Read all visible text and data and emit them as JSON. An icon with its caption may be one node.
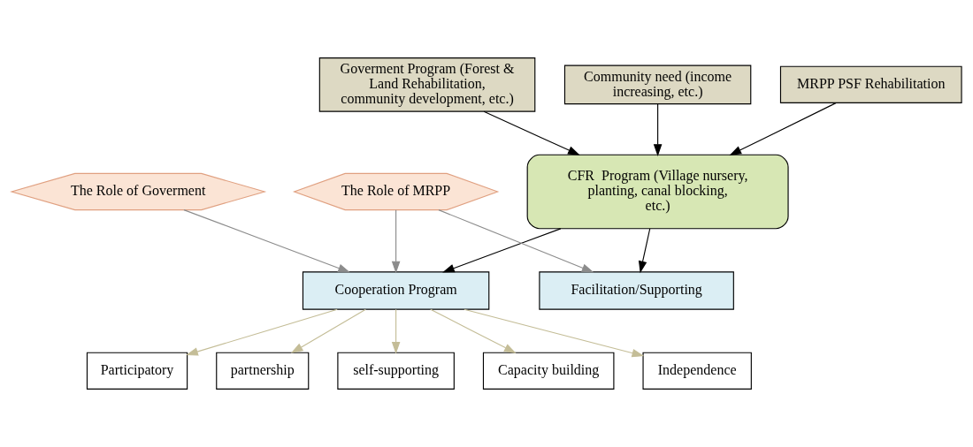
{
  "diagram": {
    "nodes": [
      {
        "text": [
          "Goverment Program (Forest & Land Rehabilitation,  community development, etc.)"
        ]
      },
      {
        "text": [
          "Community need (income increasing, etc.)"
        ]
      },
      {
        "text": [
          "MRPP PSF Rehabilitation"
        ]
      },
      {
        "text": [
          "CFR  Program (Village nursery, planting, canal blocking, etc.)"
        ]
      },
      {
        "text": [
          "Participatory"
        ]
      },
      {
        "text": [
          "partnership"
        ]
      },
      {
        "text": [
          "self-supporting"
        ]
      },
      {
        "text": [
          "Capacity building"
        ]
      },
      {
        "text": [
          "Independence"
        ]
      },
      {
        "text": [
          "Cooperation Program"
        ]
      },
      {
        "text": [
          "Facilitation/Supporting"
        ]
      },
      {
        "text": [
          "The Role of Goverment"
        ]
      },
      {
        "text": [
          "The Role of MRPP"
        ]
      }
    ],
    "edges": [
      {
        "from": 0,
        "to": 3,
        "arrow": "to"
      },
      {
        "from": 1,
        "to": 3,
        "arrow": "to"
      },
      {
        "from": 2,
        "to": 3,
        "arrow": "to"
      },
      {
        "from": 3,
        "to": 9,
        "arrow": "to"
      },
      {
        "from": 3,
        "to": 10,
        "arrow": "to"
      },
      {
        "from": 9,
        "to": 4,
        "arrow": "to",
        "color": "#c4bd97"
      },
      {
        "from": 9,
        "to": 5,
        "arrow": "to",
        "color": "#c4bd97"
      },
      {
        "from": 9,
        "to": 6,
        "arrow": "to",
        "color": "#c4bd97"
      },
      {
        "from": 9,
        "to": 7,
        "arrow": "to",
        "color": "#c4bd97"
      },
      {
        "from": 9,
        "to": 8,
        "arrow": "to",
        "color": "#c4bd97"
      },
      {
        "from": 11,
        "to": 9,
        "arrow": "to",
        "color": "#8c8c8c"
      },
      {
        "from": 12,
        "to": 10,
        "arrow": "to",
        "color": "#8c8c8c"
      },
      {
        "from": 12,
        "to": 9,
        "arrow": "to",
        "color": "#8c8c8c"
      }
    ]
  }
}
